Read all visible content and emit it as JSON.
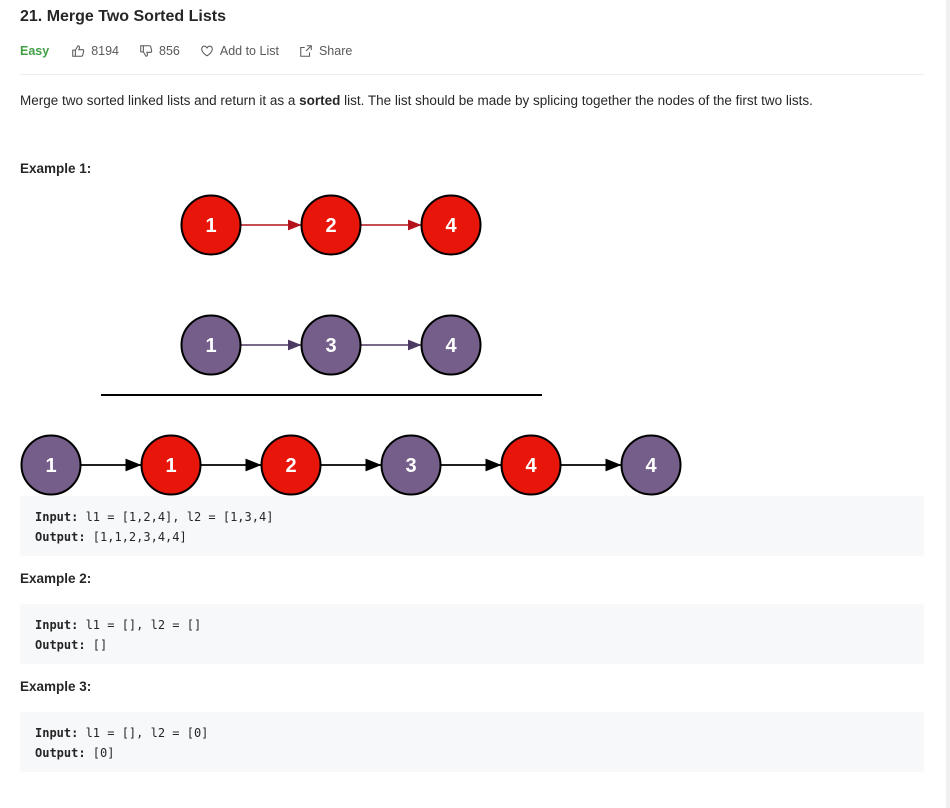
{
  "problem": {
    "title": "21. Merge Two Sorted Lists",
    "difficulty": "Easy",
    "likes": "8194",
    "dislikes": "856",
    "add_to_list": "Add to List",
    "share": "Share",
    "description_parts": [
      "Merge two sorted linked lists and return it as a ",
      "sorted",
      " list. The list should be made by splicing together the nodes of the first two lists."
    ]
  },
  "examples": [
    {
      "heading": "Example 1:",
      "input_label": "Input:",
      "input_value": " l1 = [1,2,4], l2 = [1,3,4]",
      "output_label": "Output:",
      "output_value": " [1,1,2,3,4,4]"
    },
    {
      "heading": "Example 2:",
      "input_label": "Input:",
      "input_value": " l1 = [], l2 = []",
      "output_label": "Output:",
      "output_value": " []"
    },
    {
      "heading": "Example 3:",
      "input_label": "Input:",
      "input_value": " l1 = [], l2 = [0]",
      "output_label": "Output:",
      "output_value": " [0]"
    }
  ],
  "diagram": {
    "colors": {
      "red": "#e8150a",
      "purple": "#765e8a",
      "red_arrow": "#b4121c",
      "purple_arrow": "#4b3a62",
      "black_arrow": "#000000"
    },
    "list1": [
      "1",
      "2",
      "4"
    ],
    "list2": [
      "1",
      "3",
      "4"
    ],
    "merged": [
      {
        "label": "1",
        "color": "purple"
      },
      {
        "label": "1",
        "color": "red"
      },
      {
        "label": "2",
        "color": "red"
      },
      {
        "label": "3",
        "color": "purple"
      },
      {
        "label": "4",
        "color": "red"
      },
      {
        "label": "4",
        "color": "purple"
      }
    ]
  },
  "accent": {
    "easy": "#43a047"
  }
}
